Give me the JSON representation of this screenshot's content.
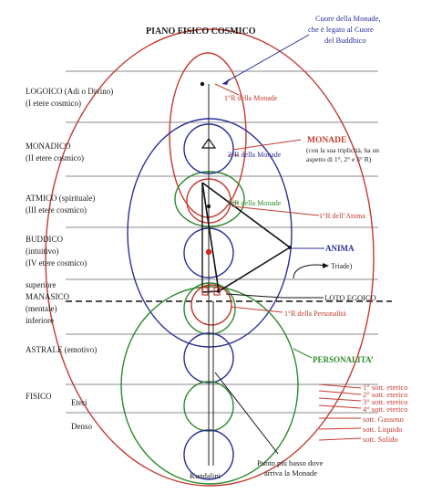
{
  "title": "PIANO FISICO COSMICO",
  "note_top": [
    "Cuore della Monade,",
    "che è legato al Cuore",
    "del Buddhico"
  ],
  "planes": {
    "logoico": [
      "LOGOICO (Adi o Divino)",
      "(I etere cosmico)"
    ],
    "monadico": [
      "MONADICO",
      "(II etere cosmico)"
    ],
    "atmico": [
      "ATMICO (spirituale)",
      "(III etere cosmico)"
    ],
    "buddico": [
      "BUDDICO",
      "(intuitivo)",
      "(IV etere cosmico)"
    ],
    "manasico": [
      "superiore",
      "MANASICO",
      "(mentale)",
      "inferiore"
    ],
    "astrale": "ASTRALE (emotivo)",
    "fisico": "FISICO",
    "eteri": "Eteri",
    "denso": "Denso"
  },
  "labels": {
    "r1_monade": "1°R della Monade",
    "r2_monade": "2°R della Monade",
    "r3_monade": "3°R della Monade",
    "r1_anima": "1°R dell’Anima",
    "r1_personalita": "1°R della Personalità",
    "monade": "MONADE",
    "monade_desc": [
      "(con la sua triplicità, ha un",
      "aspetto di 1°, 2° e 3° R)"
    ],
    "anima": "ANIMA",
    "triade": "Triade)",
    "loto": "LOTO EGOICO",
    "personalita": "PERSONALITA’",
    "kundalini": "Kundalini",
    "punto": [
      "Punto più basso dove",
      "arriva la Monade"
    ]
  },
  "subplanes": [
    "1° sott. eterico",
    "2° sott. eterico",
    "3° sott. eterico",
    "4° sott. eterico",
    "sott. Gassoso",
    "sott. Liquido",
    "sott. Solido"
  ],
  "colors": {
    "red": "#c33a2e",
    "blue": "#2a2f9a",
    "green": "#2c8a2c",
    "line": "#8a8a8a",
    "text": "#1a1a1a"
  }
}
